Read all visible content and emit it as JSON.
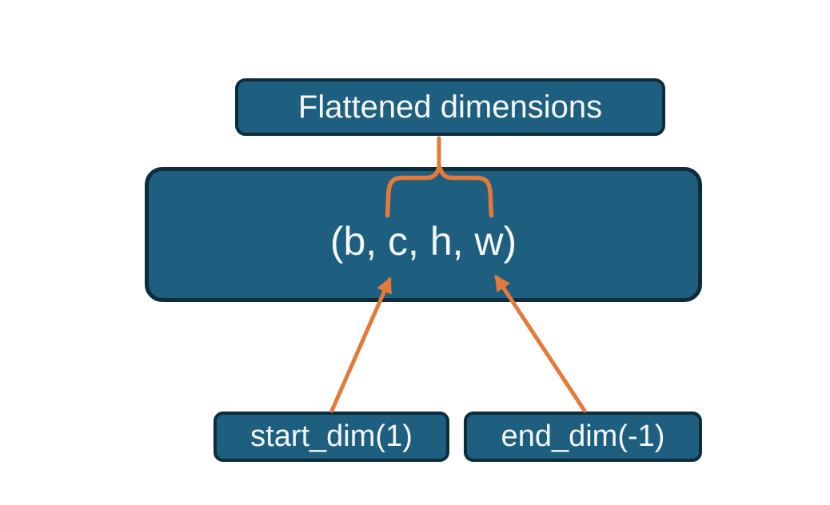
{
  "diagram": {
    "title_node": {
      "label": "Flattened dimensions"
    },
    "tensor_node": {
      "label": "(b, c, h, w)"
    },
    "start_node": {
      "label": "start_dim(1)"
    },
    "end_node": {
      "label": "end_dim(-1)"
    }
  },
  "colors": {
    "node_fill": "#1e5f80",
    "node_border": "#0d2c3c",
    "accent": "#e4793a",
    "text": "#f3f7f8",
    "bg": "#ffffff"
  }
}
